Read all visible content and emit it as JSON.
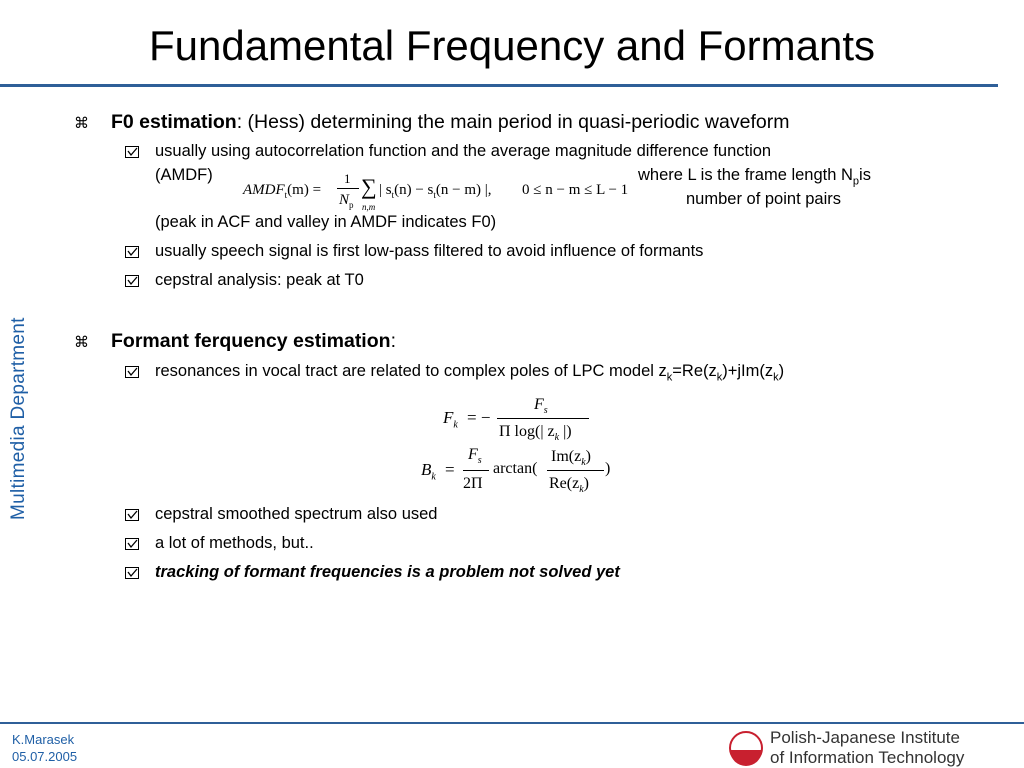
{
  "title": "Fundamental Frequency and Formants",
  "sidebar_text": "Multimedia Department",
  "section1": {
    "bold": "F0 estimation",
    "rest": ": (Hess) determining the main period in quasi-periodic waveform",
    "sub1_line1": "usually using autocorrelation function and the average magnitude difference function",
    "sub1_line2": "(AMDF)",
    "note_line1": "where L is the frame length N",
    "note_sub": "p",
    "note_tail": "is",
    "note_line2": "number of point pairs",
    "peak_line": "(peak in ACF and valley in AMDF indicates F0)",
    "sub2": "usually speech signal is first low-pass filtered to avoid influence of formants",
    "sub3": "cepstral analysis: peak at T0"
  },
  "section2": {
    "bold": "Formant ferquency estimation",
    "colon": ":",
    "sub1_a": "resonances in vocal tract are related to complex poles of LPC model z",
    "sub1_k1": "k",
    "sub1_b": "=Re(z",
    "sub1_k2": "k",
    "sub1_c": ")+jIm(z",
    "sub1_k3": "k",
    "sub1_d": ")",
    "sub2": "cepstral smoothed spectrum also used",
    "sub3": "a lot of methods, but..",
    "sub4": "tracking of formant frequencies is a problem not solved yet"
  },
  "formulas": {
    "amdf_lhs": "AMDF",
    "amdf_t": "t",
    "amdf_m": "(m) =",
    "amdf_num": "1",
    "amdf_den": "N",
    "amdf_p": "p",
    "amdf_sum": "∑",
    "amdf_under": "n,m",
    "amdf_body": "| s",
    "amdf_body2": "(n) − s",
    "amdf_body3": "(n − m) |,",
    "amdf_cond": "0 ≤ n − m ≤ L − 1",
    "fk_lhs": "F",
    "fk_k": "k",
    "fk_eq": "= −",
    "fk_num": "F",
    "fk_num_s": "s",
    "fk_den": "Π log(| z",
    "fk_den_k": "k",
    "fk_den_end": " |)",
    "bk_lhs": "B",
    "bk_k": "k",
    "bk_eq": "=",
    "bk_num": "F",
    "bk_num_s": "s",
    "bk_den": "2Π",
    "bk_arctan": "arctan(",
    "bk_im": "Im(z",
    "bk_re": "Re(z",
    "bk_close": ")",
    "bk_end": ")"
  },
  "footer": {
    "author": "K.Marasek",
    "date": "05.07.2005",
    "inst_line1": "Polish-Japanese Institute",
    "inst_line2": "of Information Technology"
  },
  "colors": {
    "accent": "#2f5f98",
    "sidebar": "#1f5fa6",
    "logo_red": "#c8202f"
  },
  "icons": {
    "level1": "place-of-interest-sign",
    "level2": "checked-box-icon"
  }
}
